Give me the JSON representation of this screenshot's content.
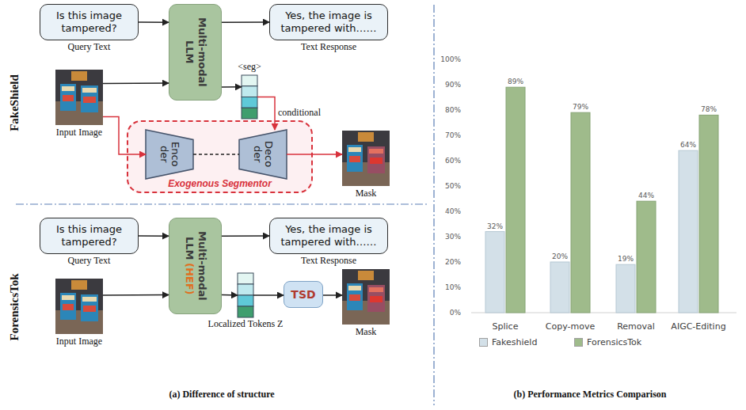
{
  "diagram": {
    "nodes": [
      {
        "text": [
          "Is this image tampered?",
          "Query Text"
        ]
      },
      {
        "text": [
          "Multi-modal LLM"
        ]
      },
      {
        "text": [
          "Yes, the image is tampered with……",
          "Text Response"
        ]
      },
      {
        "text": [
          "Input Image"
        ]
      },
      {
        "text": [
          "<seg>"
        ]
      },
      {
        "text": [
          "Exogenous Segmentor"
        ]
      },
      {
        "text": [
          "Enco der"
        ],
        "in": 5
      },
      {
        "text": [
          "Deco der"
        ],
        "in": 5
      },
      {
        "text": [
          "Mask"
        ]
      },
      {
        "text": [
          "Is this image tampered?",
          "Query Text"
        ]
      },
      {
        "text": [
          "Multi-modal LLM",
          "(HEF)"
        ]
      },
      {
        "text": [
          "Yes, the image is tampered with……",
          "Text Response"
        ]
      },
      {
        "text": [
          "Input Image"
        ]
      },
      {
        "text": [
          "Localized Tokens Z"
        ]
      },
      {
        "text": [
          "TSD"
        ]
      },
      {
        "text": [
          "Mask"
        ]
      }
    ],
    "edges": [
      {
        "from": 0,
        "to": 1,
        "arrow": "to"
      },
      {
        "from": 1,
        "to": 2,
        "arrow": "to"
      },
      {
        "from": 3,
        "to": 1,
        "arrow": "to"
      },
      {
        "from": 1,
        "to": 4,
        "arrow": "to"
      },
      {
        "from": 4,
        "to": 7,
        "label": "conditional",
        "arrow": "to"
      },
      {
        "from": 3,
        "to": 6,
        "arrow": "to"
      },
      {
        "from": 6,
        "to": 7,
        "arrow": "none"
      },
      {
        "from": 7,
        "to": 8,
        "arrow": "to"
      },
      {
        "from": 9,
        "to": 10,
        "arrow": "to"
      },
      {
        "from": 10,
        "to": 11,
        "arrow": "to"
      },
      {
        "from": 12,
        "to": 10,
        "arrow": "to"
      },
      {
        "from": 10,
        "to": 13,
        "arrow": "to"
      },
      {
        "from": 13,
        "to": 14,
        "arrow": "to"
      },
      {
        "from": 14,
        "to": 15,
        "arrow": "to"
      }
    ],
    "labels": [
      "FakeShield",
      "ForensicsTok",
      "(a) Difference of structure",
      "(b) Performance Metrics Comparison",
      "0%",
      "10%",
      "20%",
      "30%",
      "40%",
      "50%",
      "60%",
      "70%",
      "80%",
      "90%",
      "100%",
      "Splice",
      "Copy-move",
      "Removal",
      "AIGC-Editing",
      "32%",
      "89%",
      "20%",
      "79%",
      "19%",
      "44%",
      "64%",
      "78%"
    ],
    "legend": [
      {
        "text": "Fakeshield",
        "color": "#d3e0e8"
      },
      {
        "text": "ForensicsTok",
        "color": "#9fbb8b"
      }
    ]
  }
}
